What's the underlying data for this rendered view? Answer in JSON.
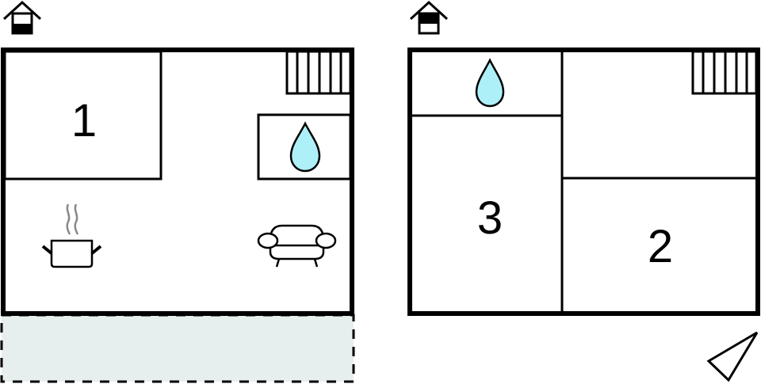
{
  "diagram": {
    "type": "floor-plan",
    "colors": {
      "wall": "#000000",
      "water": "#aef0f8",
      "terrace": "#e6efee",
      "steam": "#888888"
    },
    "floors": [
      {
        "id": "ground-floor",
        "level_icon": "house-ground-floor-icon",
        "rooms": [
          {
            "label": "1",
            "type": "bedroom"
          },
          {
            "label": "",
            "type": "bathroom",
            "icon": "water-drop-icon"
          },
          {
            "label": "",
            "type": "kitchen",
            "icon": "cooking-pot-icon"
          },
          {
            "label": "",
            "type": "living-room",
            "icon": "sofa-icon"
          },
          {
            "label": "",
            "type": "staircase",
            "icon": "stairs-icon"
          },
          {
            "label": "",
            "type": "terrace"
          }
        ]
      },
      {
        "id": "upper-floor",
        "level_icon": "house-upper-floor-icon",
        "rooms": [
          {
            "label": "",
            "type": "bathroom",
            "icon": "water-drop-icon"
          },
          {
            "label": "3",
            "type": "bedroom"
          },
          {
            "label": "2",
            "type": "bedroom"
          },
          {
            "label": "",
            "type": "staircase",
            "icon": "stairs-icon"
          }
        ]
      }
    ],
    "orientation_icon": "compass-arrow-icon"
  }
}
